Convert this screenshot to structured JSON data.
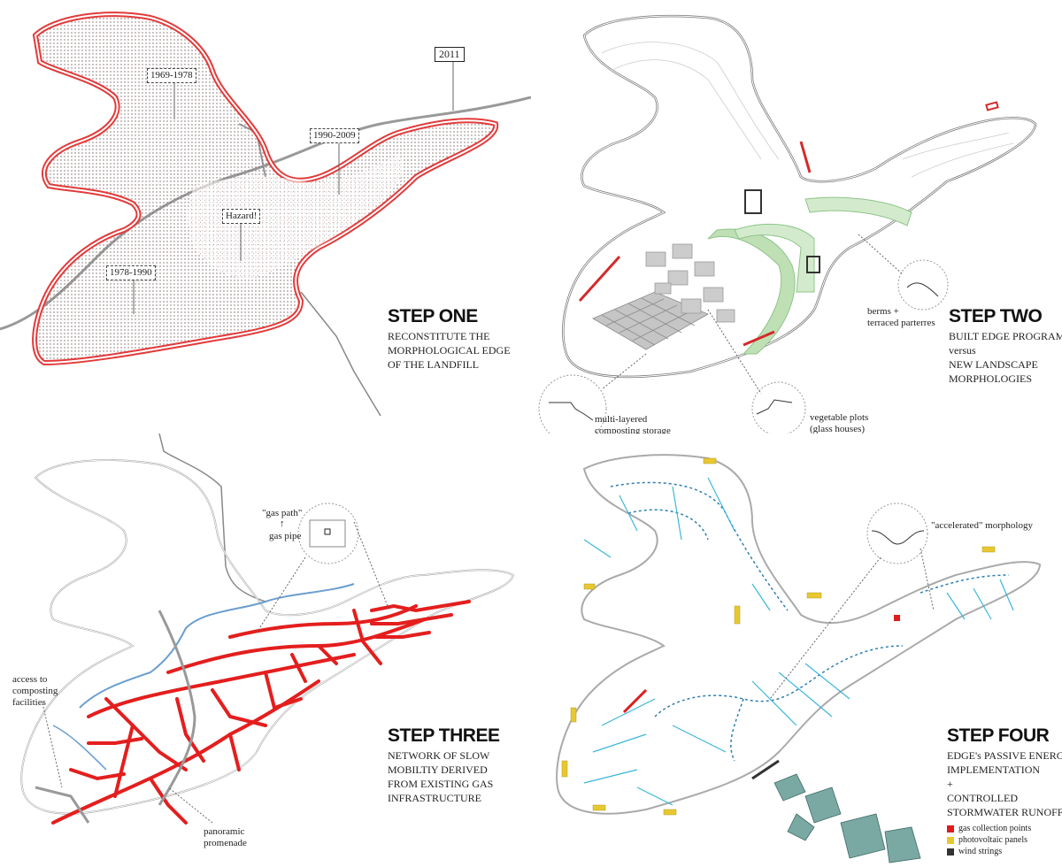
{
  "panel1": {
    "dates": [
      "1969-1978",
      "2011",
      "1990-2009",
      "Hazard!",
      "1978-1990"
    ],
    "step_title": "STEP ONE",
    "step_lines": [
      "RECONSTITUTE THE",
      "MORPHOLOGICAL EDGE",
      "OF THE LANDFILL"
    ]
  },
  "panel2": {
    "labels": {
      "berms": [
        "berms +",
        "terraced parterres"
      ],
      "composting": [
        "multi-layered",
        "composting storage"
      ],
      "vegetable": [
        "vegetable plots",
        "(glass houses)"
      ]
    },
    "step_title": "STEP TWO",
    "step_lines": [
      "BUILT EDGE PROGRAM",
      "versus",
      "NEW LANDSCAPE",
      "MORPHOLOGIES"
    ]
  },
  "panel3": {
    "labels": {
      "gas_path": "\"gas path\"",
      "arrow": "↑",
      "gas_pipe": "gas pipe",
      "access": [
        "access to",
        "composting",
        "facilities"
      ],
      "promenade": [
        "panoramic",
        "promenade"
      ]
    },
    "step_title": "STEP THREE",
    "step_lines": [
      "NETWORK OF SLOW",
      "MOBILTIY DERIVED",
      "FROM EXISTING GAS",
      "INFRASTRUCTURE"
    ]
  },
  "panel4": {
    "labels": {
      "accelerated": "\"accelerated\" morphology"
    },
    "step_title": "STEP FOUR",
    "step_lines": [
      "EDGE's PASSIVE ENERGY",
      "IMPLEMENTATION",
      "+",
      "CONTROLLED",
      "STORMWATER RUNOFF"
    ],
    "legend": [
      {
        "label": "gas collection points",
        "color": "#e01b1b"
      },
      {
        "label": "photovoltaic panels",
        "color": "#e8c832"
      },
      {
        "label": "wind strings",
        "color": "#333333"
      }
    ]
  },
  "colors": {
    "edge_red": "#e23a3a",
    "road_gray": "#999999",
    "network_red": "#e41e1e",
    "water_blue": "#3bb7d9",
    "pipe_blue": "#6a9ecf",
    "green": "#8fc48a"
  }
}
